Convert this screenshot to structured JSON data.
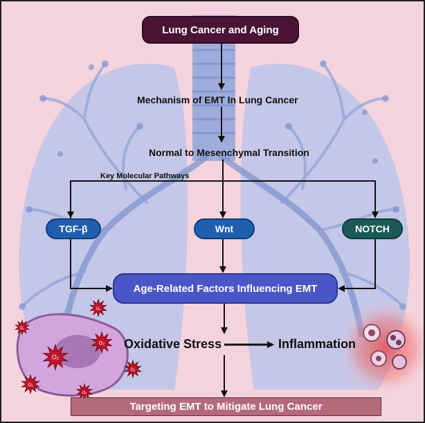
{
  "nodes": {
    "top": "Lung Cancer and Aging",
    "mechanism": "Mechanism of EMT In Lung Cancer",
    "transition": "Normal to Mesenchymal Transition",
    "pathways_label": "Key Molecular Pathways",
    "tgf": "TGF-β",
    "wnt": "Wnt",
    "notch": "NOTCH",
    "age_factors": "Age-Related Factors Influencing EMT",
    "oxidative": "Oxidative Stress",
    "inflammation": "Inflammation",
    "bottom": "Targeting  EMT to Mitigate Lung Cancer"
  },
  "cell_labels": [
    "O₂",
    "O₂",
    "O₂",
    "O₂",
    "O₂",
    "O₂",
    "O₂",
    "O₂"
  ],
  "colors": {
    "background": "#f4d3dd",
    "lung": "#a9b9e4",
    "top_pill": "#4a1535",
    "pathway_blue": "#1f5fae",
    "notch_teal": "#1b5a56",
    "age_pill": "#4a55c8",
    "bottom_bar": "#b56a7c",
    "cell": "#c9a0d4",
    "ros_star": "#c0142a"
  }
}
